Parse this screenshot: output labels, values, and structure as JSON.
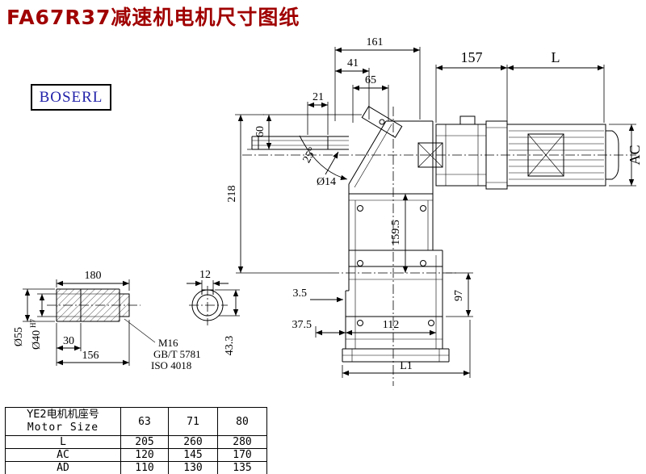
{
  "page": {
    "title": "FA67R37减速机电机尺寸图纸",
    "brand": "BOSERL"
  },
  "colors": {
    "title": "#a00000",
    "brand": "#2222aa",
    "line": "#000000"
  },
  "dims": {
    "w161": "161",
    "w41": "41",
    "w65": "65",
    "w21": "21",
    "w157": "157",
    "motor_len": "L",
    "h60": "60",
    "h218": "218",
    "shaft_dia": "Ø14",
    "angle25": "25°",
    "h159_5": "159.5",
    "motor_ac": "AC",
    "h97": "97",
    "s3_5": "3.5",
    "s37_5": "37.5",
    "w112": "112",
    "total_l1": "L1"
  },
  "shaft_detail": {
    "len180": "180",
    "key12": "12",
    "dia55": "Ø55",
    "dia40": "Ø40",
    "tol": "H7",
    "len30": "30",
    "len156": "156",
    "thread": "M16",
    "std1": "GB/T 5781",
    "std2": "ISO 4018",
    "depth433": "43.3"
  },
  "table": {
    "header_cn": "YE2电机机座号",
    "header_en": "Motor Size",
    "col1": "63",
    "col2": "71",
    "col3": "80",
    "rows": [
      {
        "label": "L",
        "v1": "205",
        "v2": "260",
        "v3": "280"
      },
      {
        "label": "AC",
        "v1": "120",
        "v2": "145",
        "v3": "170"
      },
      {
        "label": "AD",
        "v1": "110",
        "v2": "130",
        "v3": "135"
      }
    ]
  }
}
